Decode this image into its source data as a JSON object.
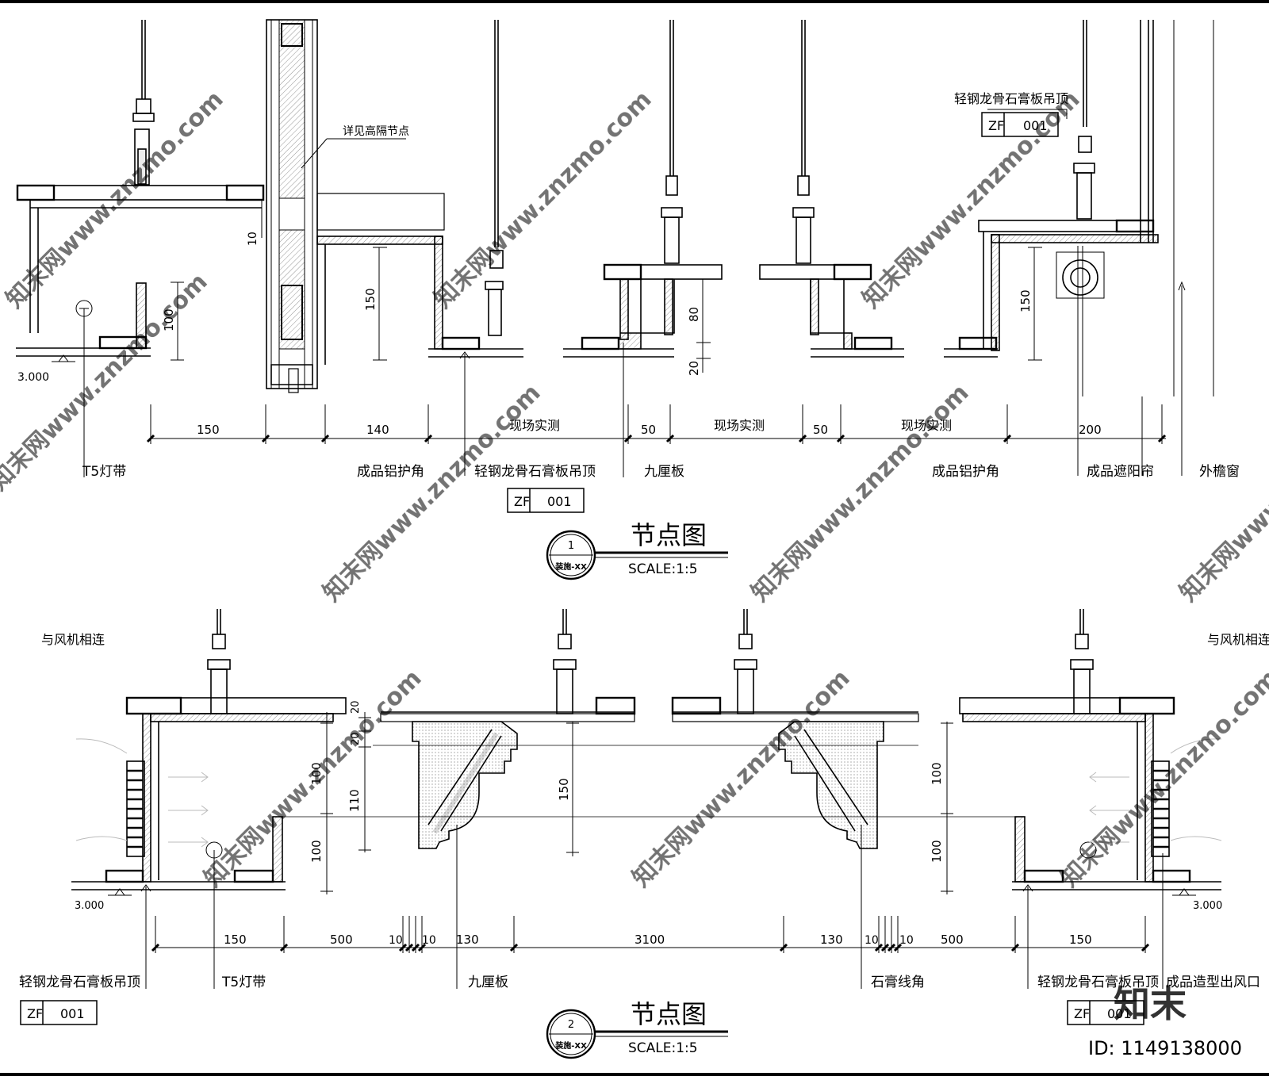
{
  "drawing_1": {
    "title": "节点图",
    "scale": "SCALE:1:5",
    "bubble_number": "1",
    "bubble_sheet": "装施-XX",
    "callout_top": "轻钢龙骨石膏板吊顶",
    "callout_partition": "详见高隔节点",
    "tag_code": "ZF",
    "tag_number": "001",
    "elevation": "3.000",
    "dim_horizontal": [
      "150",
      "140",
      "现场实测",
      "50",
      "现场实测",
      "50",
      "现场实测",
      "200"
    ],
    "dim_vertical": [
      "10",
      "100",
      "150",
      "80",
      "20",
      "150"
    ],
    "labels": [
      "T5灯带",
      "成品铝护角",
      "轻钢龙骨石膏板吊顶",
      "九厘板",
      "成品铝护角",
      "成品遮阳帘",
      "外檐窗"
    ]
  },
  "drawing_2": {
    "title": "节点图",
    "scale": "SCALE:1:5",
    "bubble_number": "2",
    "bubble_sheet": "装施-XX",
    "note_left": "与风机相连",
    "note_right": "与风机相连",
    "elevation_left": "3.000",
    "elevation_right": "3.000",
    "dim_horizontal": [
      "150",
      "500",
      "10",
      "10",
      "130",
      "3100",
      "130",
      "10",
      "10",
      "500",
      "150"
    ],
    "dim_vertical": [
      "20",
      "20",
      "100",
      "110",
      "100",
      "150",
      "100",
      "100"
    ],
    "labels_left": [
      "轻钢龙骨石膏板吊顶",
      "T5灯带",
      "九厘板"
    ],
    "labels_right": [
      "石膏线角",
      "轻钢龙骨石膏板吊顶",
      "成品造型出风口"
    ],
    "tag_code": "ZF",
    "tag_number": "001"
  },
  "watermark": {
    "text": "知末网www.znzmo.com",
    "logo": "知末",
    "id": "ID: 1149138000"
  }
}
